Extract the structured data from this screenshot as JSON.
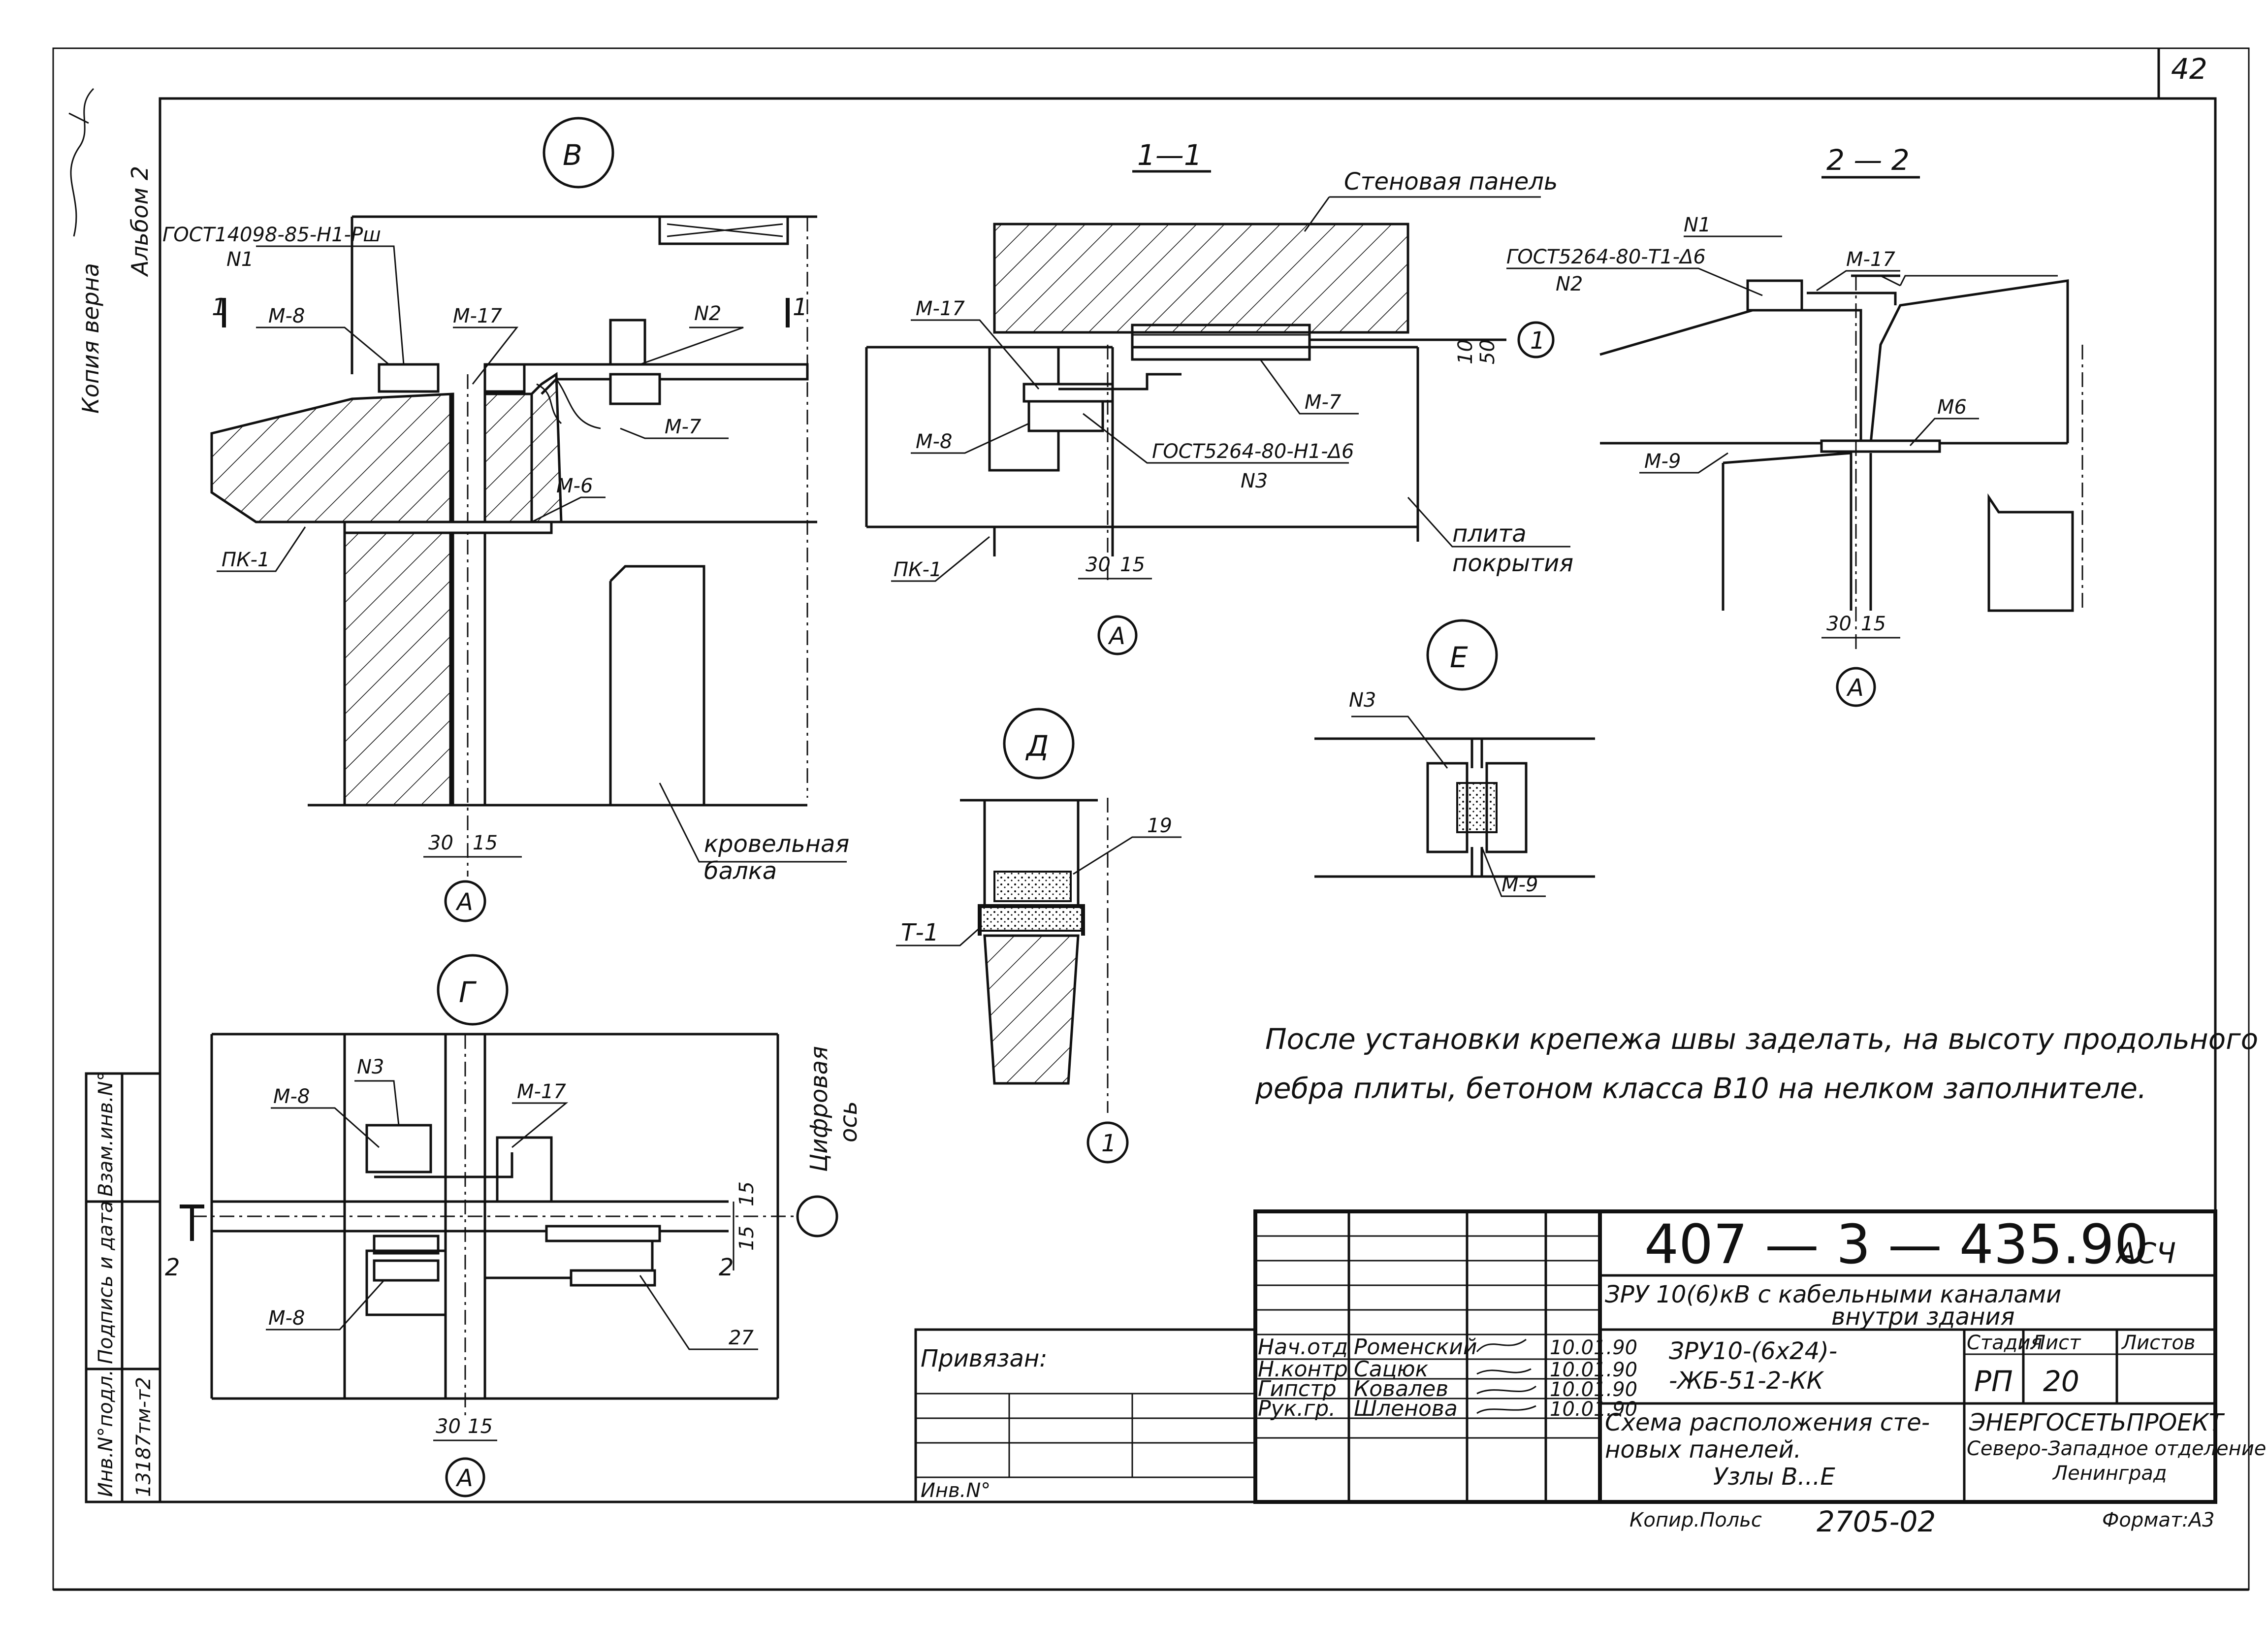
{
  "sheet": {
    "number": "42",
    "side_copy": "Копия верна",
    "side_album": "Альбом 2"
  },
  "note": {
    "line1": "После установки крепежа швы заделать, на высоту продольного",
    "line2": "ребра плиты, бетоном класса B10 на нелком заполнителе."
  },
  "nodes": {
    "V": {
      "title": "В",
      "gost": "ГОСТ14098-85-Н1-Рш",
      "n1": "N1",
      "m8": "М-8",
      "m17": "М-17",
      "n2": "N2",
      "m7": "М-7",
      "m6": "М-6",
      "pk1": "ПК-1",
      "sec_a": "1",
      "sec_b": "1",
      "dim_a": "30",
      "dim_b": "15",
      "axis": "А",
      "beam1": "кровельная",
      "beam2": "балка"
    },
    "S11": {
      "title": "1—1",
      "wall": "Стеновая панель",
      "m17": "М-17",
      "m8": "М-8",
      "m7": "М-7",
      "gost": "ГОСТ5264-80-Н1-Δ6",
      "n3": "N3",
      "dim_v1": "10",
      "dim_v2": "50",
      "axis1": "1",
      "pk1": "ПК-1",
      "slab1": "плита",
      "slab2": "покрытия",
      "dim_a": "30",
      "dim_b": "15",
      "axis": "А"
    },
    "S22": {
      "title": "2 — 2",
      "n1": "N1",
      "gost": "ГОСТ5264-80-Т1-Δ6",
      "n2": "N2",
      "m17": "М-17",
      "m6": "М6",
      "m9": "М-9",
      "dim_a": "30",
      "dim_b": "15",
      "axis": "А"
    },
    "D": {
      "title": "Д",
      "t1": "Т-1",
      "n19": "19",
      "axis": "1"
    },
    "E": {
      "title": "Е",
      "n3": "N3",
      "m9": "М-9"
    },
    "G": {
      "title": "Г",
      "m8a": "М-8",
      "n3": "N3",
      "m17": "М-17",
      "axis_lbl1": "Цифровая",
      "axis_lbl2": "ось",
      "sec_l": "2",
      "sec_r": "2",
      "dim_v": "15",
      "dim_v2": "15",
      "m8b": "М-8",
      "n27": "27",
      "dim_a": "30",
      "dim_b": "15",
      "axis": "А"
    }
  },
  "stamp": {
    "code": "407 — 3 — 435.90",
    "suffix": "АСЧ",
    "project1": "ЗРУ 10(6)кВ с кабельными каналами",
    "project2": "внутри здания",
    "privyazan": "Привязан:",
    "inv": "Инв.N°",
    "rows": [
      {
        "role": "Нач.отд",
        "name": "Роменский",
        "date": "10.01.90"
      },
      {
        "role": "Н.контр",
        "name": "Сацюк",
        "date": "10.01.90"
      },
      {
        "role": "Гипстр",
        "name": "Ковалев",
        "date": "10.01.90"
      },
      {
        "role": "Рук.гр.",
        "name": "Шленова",
        "date": "10.01.90"
      }
    ],
    "doc1": "ЗРУ10-(6х24)-",
    "doc2": "-ЖБ-51-2-КК",
    "stage_h": "Стадия",
    "sheet_h": "Лист",
    "sheets_h": "Листов",
    "stage": "РП",
    "sheet_no": "20",
    "desc1": "Схема расположения сте-",
    "desc2": "новых панелей.",
    "desc3": "Узлы В...Е",
    "org1": "ЭНЕРГОСЕТЬПРОЕКТ",
    "org2": "Северо-Западное отделение",
    "org3": "Ленинград",
    "copy": "Копир.Польс",
    "order": "2705-02",
    "format": "Формат:А3"
  },
  "sidebar": {
    "c1": "Инв.N°подл.",
    "c2": "Подпись и дата",
    "c3": "Взам.инв.N°",
    "inv_no": "13187тм-т2"
  }
}
